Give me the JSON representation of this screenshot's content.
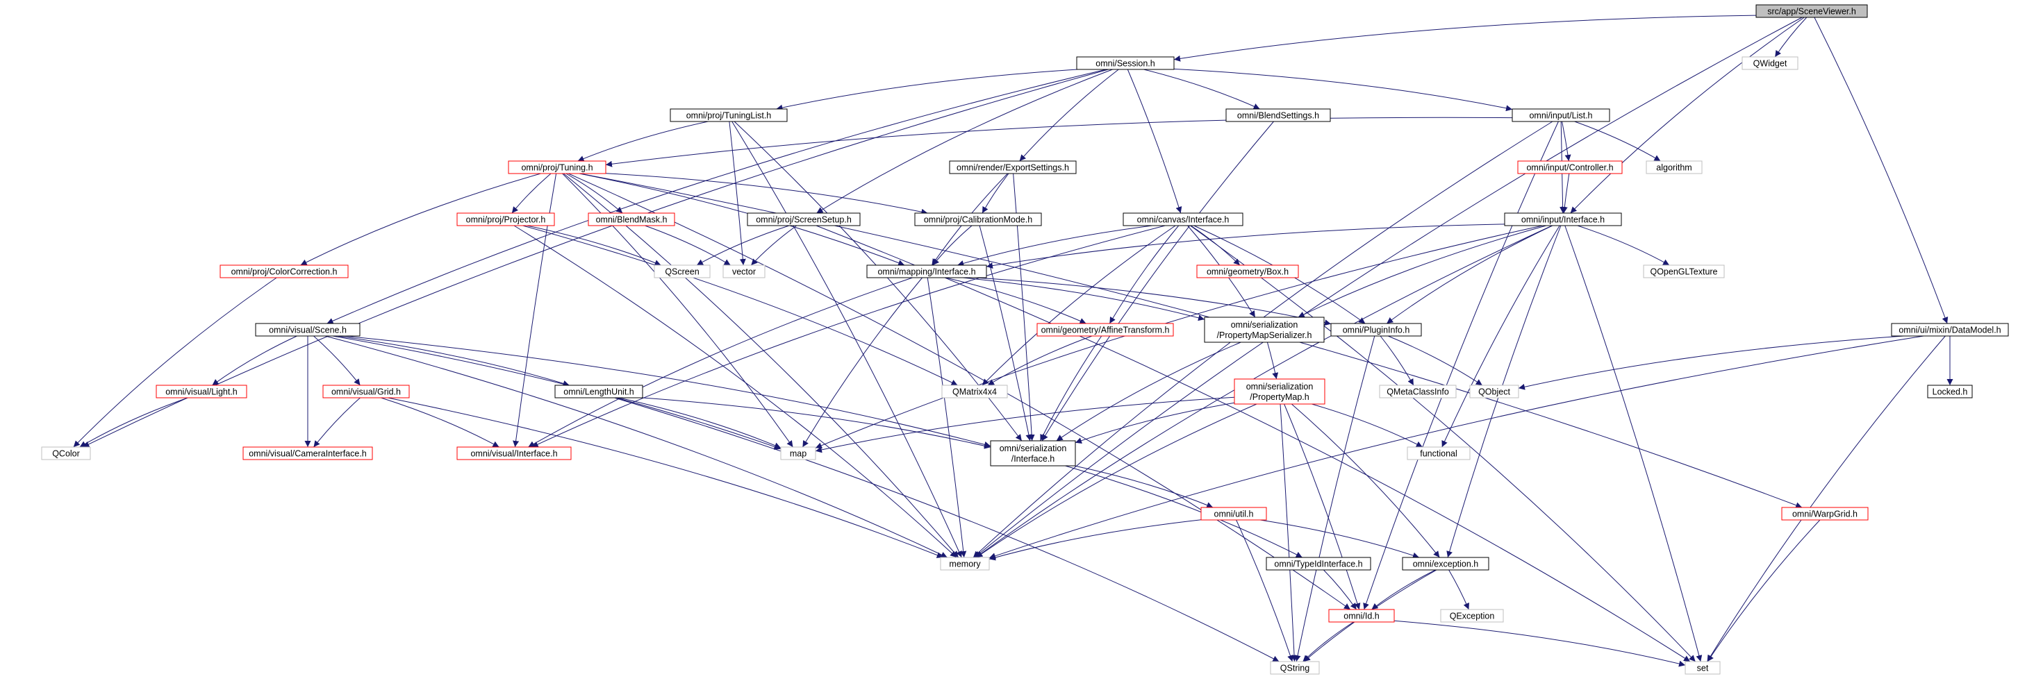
{
  "diagram": {
    "colors": {
      "edge": "#191970",
      "box_black": "#000000",
      "box_red": "#ff0000",
      "box_grey": "#bfbfbf",
      "root_fill": "#bfbfbf",
      "text": "#000000",
      "background": "#ffffff"
    },
    "nodes": [
      {
        "id": "sceneviewer",
        "label": "src/app/SceneViewer.h",
        "style": "root"
      },
      {
        "id": "session",
        "label": "omni/Session.h",
        "style": "black"
      },
      {
        "id": "qwidget",
        "label": "QWidget",
        "style": "grey"
      },
      {
        "id": "tuninglist",
        "label": "omni/proj/TuningList.h",
        "style": "black"
      },
      {
        "id": "blendsettings",
        "label": "omni/BlendSettings.h",
        "style": "black"
      },
      {
        "id": "inputlist",
        "label": "omni/input/List.h",
        "style": "black"
      },
      {
        "id": "tuning",
        "label": "omni/proj/Tuning.h",
        "style": "red"
      },
      {
        "id": "exportsettings",
        "label": "omni/render/ExportSettings.h",
        "style": "black"
      },
      {
        "id": "controller",
        "label": "omni/input/Controller.h",
        "style": "red"
      },
      {
        "id": "algorithm",
        "label": "algorithm",
        "style": "grey"
      },
      {
        "id": "projector",
        "label": "omni/proj/Projector.h",
        "style": "red"
      },
      {
        "id": "blendmask",
        "label": "omni/BlendMask.h",
        "style": "red"
      },
      {
        "id": "screensetup",
        "label": "omni/proj/ScreenSetup.h",
        "style": "black"
      },
      {
        "id": "calibrationmode",
        "label": "omni/proj/CalibrationMode.h",
        "style": "black"
      },
      {
        "id": "canvasinterface",
        "label": "omni/canvas/Interface.h",
        "style": "black"
      },
      {
        "id": "inputinterface",
        "label": "omni/input/Interface.h",
        "style": "black"
      },
      {
        "id": "colorcorrection",
        "label": "omni/proj/ColorCorrection.h",
        "style": "red"
      },
      {
        "id": "qscreen",
        "label": "QScreen",
        "style": "grey"
      },
      {
        "id": "vector",
        "label": "vector",
        "style": "grey"
      },
      {
        "id": "mappinginterface",
        "label": "omni/mapping/Interface.h",
        "style": "black"
      },
      {
        "id": "box",
        "label": "omni/geometry/Box.h",
        "style": "red"
      },
      {
        "id": "qopengltexture",
        "label": "QOpenGLTexture",
        "style": "grey"
      },
      {
        "id": "visualscene",
        "label": "omni/visual/Scene.h",
        "style": "black"
      },
      {
        "id": "affinetransform",
        "label": "omni/geometry/AffineTransform.h",
        "style": "red"
      },
      {
        "id": "propertymapserializer",
        "lines": [
          "omni/serialization",
          "/PropertyMapSerializer.h"
        ],
        "style": "black"
      },
      {
        "id": "plugininfo",
        "label": "omni/PluginInfo.h",
        "style": "black"
      },
      {
        "id": "datamodel",
        "label": "omni/ui/mixin/DataModel.h",
        "style": "black"
      },
      {
        "id": "light",
        "label": "omni/visual/Light.h",
        "style": "red"
      },
      {
        "id": "grid",
        "label": "omni/visual/Grid.h",
        "style": "red"
      },
      {
        "id": "lengthunit",
        "label": "omni/LengthUnit.h",
        "style": "black"
      },
      {
        "id": "qmatrix4x4",
        "label": "QMatrix4x4",
        "style": "grey"
      },
      {
        "id": "propertymap",
        "lines": [
          "omni/serialization",
          "/PropertyMap.h"
        ],
        "style": "red"
      },
      {
        "id": "qmetaclassinfo",
        "label": "QMetaClassInfo",
        "style": "grey"
      },
      {
        "id": "qobject",
        "label": "QObject",
        "style": "grey"
      },
      {
        "id": "locked",
        "label": "Locked.h",
        "style": "black"
      },
      {
        "id": "qcolor",
        "label": "QColor",
        "style": "grey"
      },
      {
        "id": "camerainterface",
        "label": "omni/visual/CameraInterface.h",
        "style": "red"
      },
      {
        "id": "visualinterface",
        "label": "omni/visual/Interface.h",
        "style": "red"
      },
      {
        "id": "map",
        "label": "map",
        "style": "grey"
      },
      {
        "id": "serialinterface",
        "lines": [
          "omni/serialization",
          "/Interface.h"
        ],
        "style": "black"
      },
      {
        "id": "functional",
        "label": "functional",
        "style": "grey"
      },
      {
        "id": "warpgrid",
        "label": "omni/WarpGrid.h",
        "style": "red"
      },
      {
        "id": "util",
        "label": "omni/util.h",
        "style": "red"
      },
      {
        "id": "memory",
        "label": "memory",
        "style": "grey"
      },
      {
        "id": "typedid",
        "label": "omni/TypeIdInterface.h",
        "style": "black"
      },
      {
        "id": "exception",
        "label": "omni/exception.h",
        "style": "black"
      },
      {
        "id": "id",
        "label": "omni/Id.h",
        "style": "red"
      },
      {
        "id": "qexception",
        "label": "QException",
        "style": "grey"
      },
      {
        "id": "qstring",
        "label": "QString",
        "style": "grey"
      },
      {
        "id": "set",
        "label": "set",
        "style": "grey"
      }
    ],
    "edges": [
      [
        "sceneviewer",
        "session"
      ],
      [
        "sceneviewer",
        "qwidget"
      ],
      [
        "sceneviewer",
        "inputinterface"
      ],
      [
        "sceneviewer",
        "datamodel"
      ],
      [
        "sceneviewer",
        "memory"
      ],
      [
        "session",
        "tuninglist"
      ],
      [
        "session",
        "blendsettings"
      ],
      [
        "session",
        "inputlist"
      ],
      [
        "session",
        "exportsettings"
      ],
      [
        "session",
        "screensetup"
      ],
      [
        "session",
        "canvasinterface"
      ],
      [
        "session",
        "visualscene"
      ],
      [
        "session",
        "qcolor"
      ],
      [
        "tuninglist",
        "tuning"
      ],
      [
        "tuninglist",
        "vector"
      ],
      [
        "tuninglist",
        "serialinterface"
      ],
      [
        "tuninglist",
        "memory"
      ],
      [
        "blendsettings",
        "serialinterface"
      ],
      [
        "inputlist",
        "tuning"
      ],
      [
        "inputlist",
        "controller"
      ],
      [
        "inputlist",
        "algorithm"
      ],
      [
        "inputlist",
        "inputinterface"
      ],
      [
        "inputlist",
        "memory"
      ],
      [
        "inputlist",
        "id"
      ],
      [
        "tuning",
        "projector"
      ],
      [
        "tuning",
        "blendmask"
      ],
      [
        "tuning",
        "calibrationmode"
      ],
      [
        "tuning",
        "colorcorrection"
      ],
      [
        "tuning",
        "mappinginterface"
      ],
      [
        "tuning",
        "warpgrid"
      ],
      [
        "tuning",
        "visualinterface"
      ],
      [
        "tuning",
        "map"
      ],
      [
        "tuning",
        "memory"
      ],
      [
        "tuning",
        "id"
      ],
      [
        "exportsettings",
        "calibrationmode"
      ],
      [
        "exportsettings",
        "mappinginterface"
      ],
      [
        "exportsettings",
        "serialinterface"
      ],
      [
        "controller",
        "inputinterface"
      ],
      [
        "projector",
        "qscreen"
      ],
      [
        "projector",
        "qmatrix4x4"
      ],
      [
        "projector",
        "memory"
      ],
      [
        "blendmask",
        "vector"
      ],
      [
        "screensetup",
        "qscreen"
      ],
      [
        "screensetup",
        "vector"
      ],
      [
        "screensetup",
        "set"
      ],
      [
        "calibrationmode",
        "mappinginterface"
      ],
      [
        "calibrationmode",
        "serialinterface"
      ],
      [
        "canvasinterface",
        "mappinginterface"
      ],
      [
        "canvasinterface",
        "box"
      ],
      [
        "canvasinterface",
        "affinetransform"
      ],
      [
        "canvasinterface",
        "propertymapserializer"
      ],
      [
        "canvasinterface",
        "plugininfo"
      ],
      [
        "canvasinterface",
        "qmatrix4x4"
      ],
      [
        "canvasinterface",
        "visualinterface"
      ],
      [
        "canvasinterface",
        "set"
      ],
      [
        "inputinterface",
        "mappinginterface"
      ],
      [
        "inputinterface",
        "qopengltexture"
      ],
      [
        "inputinterface",
        "propertymapserializer"
      ],
      [
        "inputinterface",
        "plugininfo"
      ],
      [
        "inputinterface",
        "set"
      ],
      [
        "inputinterface",
        "functional"
      ],
      [
        "inputinterface",
        "exception"
      ],
      [
        "inputinterface",
        "memory"
      ],
      [
        "inputinterface",
        "map"
      ],
      [
        "colorcorrection",
        "qcolor"
      ],
      [
        "mappinginterface",
        "affinetransform"
      ],
      [
        "mappinginterface",
        "propertymapserializer"
      ],
      [
        "mappinginterface",
        "plugininfo"
      ],
      [
        "mappinginterface",
        "visualinterface"
      ],
      [
        "mappinginterface",
        "map"
      ],
      [
        "mappinginterface",
        "memory"
      ],
      [
        "visualscene",
        "light"
      ],
      [
        "visualscene",
        "grid"
      ],
      [
        "visualscene",
        "lengthunit"
      ],
      [
        "visualscene",
        "camerainterface"
      ],
      [
        "visualscene",
        "serialinterface"
      ],
      [
        "visualscene",
        "map"
      ],
      [
        "visualscene",
        "memory"
      ],
      [
        "affinetransform",
        "qmatrix4x4"
      ],
      [
        "affinetransform",
        "serialinterface"
      ],
      [
        "propertymapserializer",
        "propertymap"
      ],
      [
        "propertymapserializer",
        "serialinterface"
      ],
      [
        "plugininfo",
        "qmetaclassinfo"
      ],
      [
        "plugininfo",
        "qobject"
      ],
      [
        "plugininfo",
        "qstring"
      ],
      [
        "datamodel",
        "qobject"
      ],
      [
        "datamodel",
        "locked"
      ],
      [
        "datamodel",
        "set"
      ],
      [
        "datamodel",
        "memory"
      ],
      [
        "light",
        "qcolor"
      ],
      [
        "grid",
        "camerainterface"
      ],
      [
        "grid",
        "visualinterface"
      ],
      [
        "grid",
        "memory"
      ],
      [
        "lengthunit",
        "map"
      ],
      [
        "lengthunit",
        "serialinterface"
      ],
      [
        "lengthunit",
        "qstring"
      ],
      [
        "propertymap",
        "map"
      ],
      [
        "propertymap",
        "serialinterface"
      ],
      [
        "propertymap",
        "functional"
      ],
      [
        "propertymap",
        "memory"
      ],
      [
        "propertymap",
        "exception"
      ],
      [
        "propertymap",
        "id"
      ],
      [
        "propertymap",
        "qstring"
      ],
      [
        "serialinterface",
        "util"
      ],
      [
        "serialinterface",
        "typedid"
      ],
      [
        "warpgrid",
        "set"
      ],
      [
        "util",
        "memory"
      ],
      [
        "util",
        "exception"
      ],
      [
        "util",
        "qstring"
      ],
      [
        "typedid",
        "id"
      ],
      [
        "exception",
        "id"
      ],
      [
        "exception",
        "qexception"
      ],
      [
        "exception",
        "qstring"
      ],
      [
        "id",
        "qstring"
      ],
      [
        "id",
        "set"
      ]
    ]
  }
}
